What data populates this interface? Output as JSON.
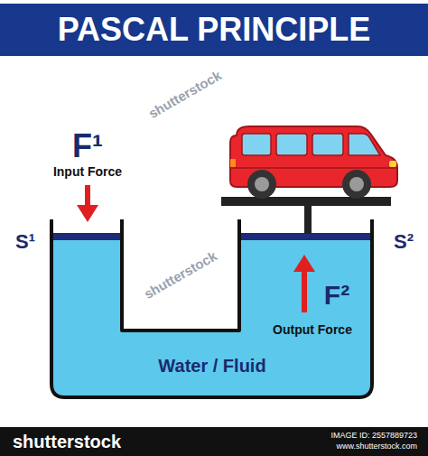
{
  "diagram": {
    "title": "PASCAL PRINCIPLE",
    "labels": [
      "F¹",
      "Input Force",
      "S¹",
      "S²",
      "F²",
      "Output Force",
      "Water / Fluid",
      "shutterstock",
      "shutterstock",
      "shutterstock",
      "IMAGE ID: 2557889723",
      "www.shutterstock.com"
    ]
  }
}
